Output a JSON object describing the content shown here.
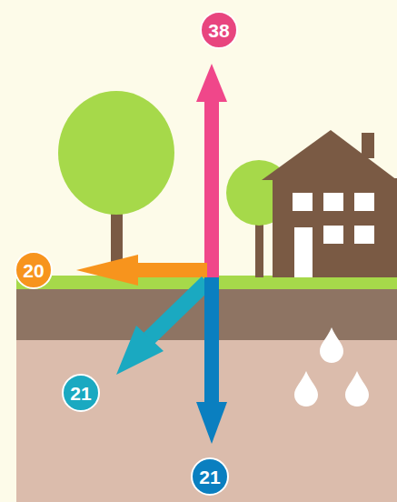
{
  "diagram": {
    "nodes": [
      {
        "text": [
          "38"
        ]
      },
      {
        "text": [
          "20"
        ]
      },
      {
        "text": [
          "21"
        ]
      },
      {
        "text": [
          "21"
        ]
      }
    ]
  }
}
